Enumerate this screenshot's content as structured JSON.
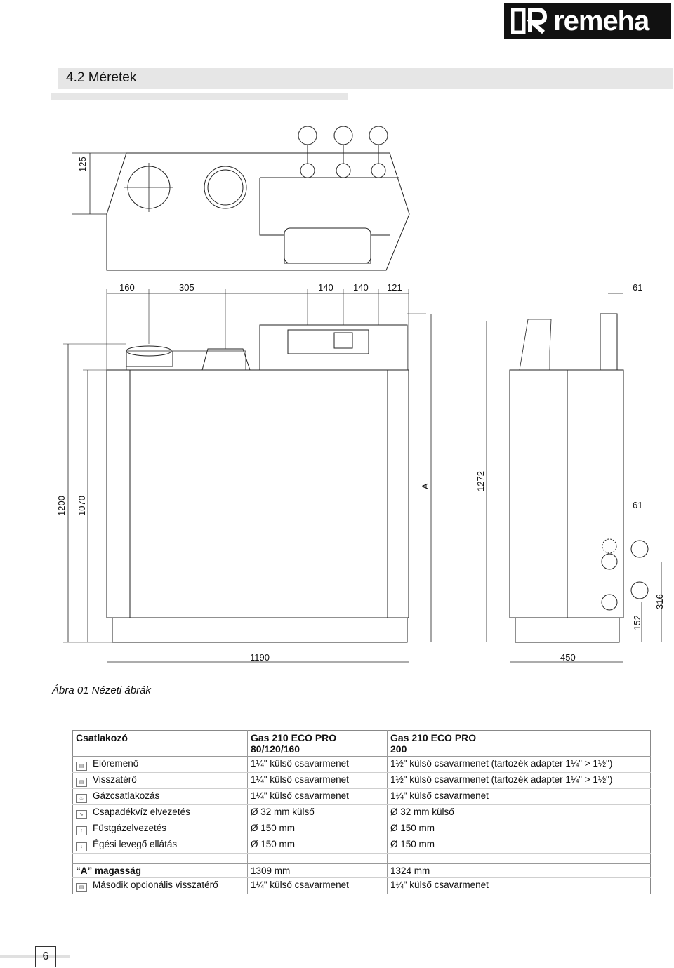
{
  "brand": {
    "name": "remeha"
  },
  "section": {
    "title": "4.2 Méretek"
  },
  "dimensions": {
    "top_depth": "125",
    "w_160": "160",
    "w_305": "305",
    "w_140a": "140",
    "w_140b": "140",
    "w_121": "121",
    "side_61_top": "61",
    "side_61_mid": "61",
    "h_1200": "1200",
    "h_1070": "1070",
    "h_A": "A",
    "h_1272": "1272",
    "h_152": "152",
    "h_316": "316",
    "w_1190": "1190",
    "w_450": "450"
  },
  "caption": "Ábra 01 Nézeti ábrák",
  "table": {
    "headers": {
      "col1": "Csatlakozó",
      "col2_line1": "Gas 210 ECO PRO",
      "col2_line2": "80/120/160",
      "col3_line1": "Gas 210 ECO PRO",
      "col3_line2": "200"
    },
    "rows": [
      {
        "icon": "flow-icon",
        "label": "Előremenő",
        "v1": "1¼\" külső csavarmenet",
        "v2": "1½\" külső csavarmenet (tartozék adapter 1¼\" > 1½\")"
      },
      {
        "icon": "return-icon",
        "label": "Visszatérő",
        "v1": "1¼\" külső csavarmenet",
        "v2": "1½\" külső csavarmenet (tartozék adapter 1¼\" > 1½\")"
      },
      {
        "icon": "gas-icon",
        "label": "Gázcsatlakozás",
        "v1": "1¼\" külső csavarmenet",
        "v2": "1¼\" külső csavarmenet"
      },
      {
        "icon": "condensate-icon",
        "label": "Csapadékvíz elvezetés",
        "v1": "Ø 32 mm külső",
        "v2": "Ø 32 mm külső"
      },
      {
        "icon": "flue-icon",
        "label": "Füstgázelvezetés",
        "v1": "Ø 150 mm",
        "v2": "Ø 150 mm"
      },
      {
        "icon": "air-icon",
        "label": "Égési levegő ellátás",
        "v1": "Ø 150 mm",
        "v2": "Ø 150 mm"
      }
    ],
    "rows2": [
      {
        "label": "“A” magasság",
        "v1": "1309 mm",
        "v2": "1324 mm"
      },
      {
        "icon": "return2-icon",
        "label": "Második opcionális visszatérő",
        "v1": "1¼\" külső csavarmenet",
        "v2": "1¼\" külső csavarmenet"
      }
    ]
  },
  "page_number": "6"
}
